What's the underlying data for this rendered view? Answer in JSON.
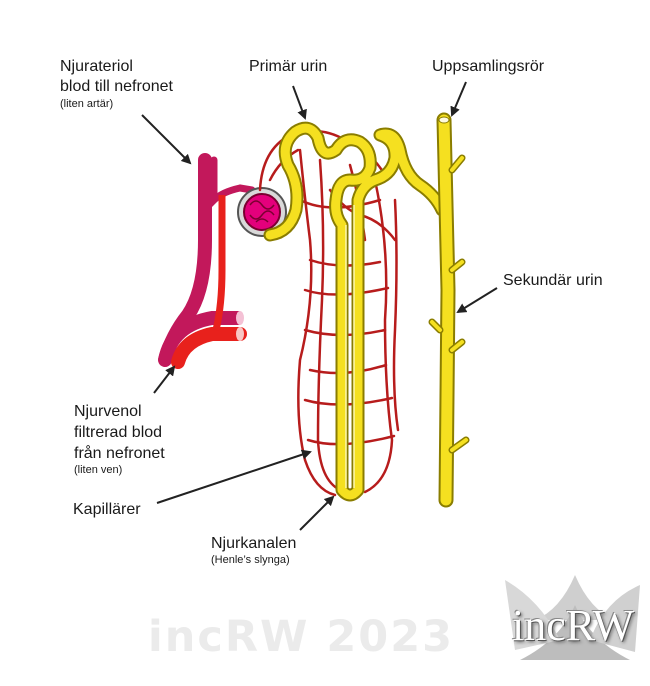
{
  "labels": {
    "arteriole_line1": "Njurateriol",
    "arteriole_line2": "blod till nefronet",
    "arteriole_note": "(liten artär)",
    "primary_urine": "Primär urin",
    "collecting_duct": "Uppsamlingsrör",
    "secondary_urine": "Sekundär urin",
    "venule_line1": "Njurvenol",
    "venule_line2": "filtrerad blod",
    "venule_line3": "från nefronet",
    "venule_note": "(liten ven)",
    "capillaries": "Kapillärer",
    "tubule": "Njurkanalen",
    "tubule_note": "(Henle’s slynga)"
  },
  "watermark": {
    "text": "incRW 2023",
    "logo": "incRW"
  },
  "colors": {
    "artery": "#c2185b",
    "vein": "#e8211c",
    "capillary": "#b71c1c",
    "tubule": "#f5e020",
    "tubule_outline": "#8a7d00",
    "arrow": "#222222"
  }
}
